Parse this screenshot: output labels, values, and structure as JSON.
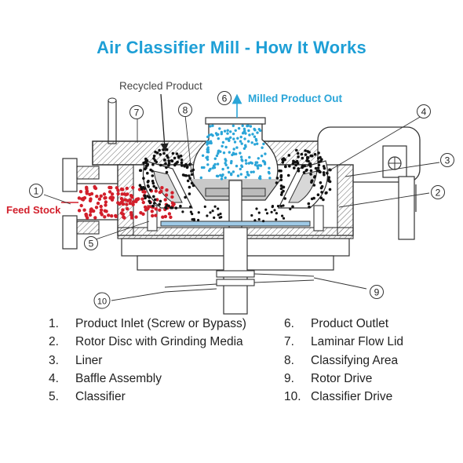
{
  "title": "Air Classifier Mill - How It Works",
  "labels": {
    "recycled_product": "Recycled Product",
    "milled_product_out": "Milled Product Out",
    "feed_stock": "Feed Stock"
  },
  "callouts": [
    "1",
    "2",
    "3",
    "4",
    "5",
    "6",
    "7",
    "8",
    "9",
    "10"
  ],
  "legend_left": [
    {
      "num": "1.",
      "text": "Product Inlet (Screw or Bypass)"
    },
    {
      "num": "2.",
      "text": "Rotor Disc with Grinding Media"
    },
    {
      "num": "3.",
      "text": "Liner"
    },
    {
      "num": "4.",
      "text": "Baffle Assembly"
    },
    {
      "num": "5.",
      "text": "Classifier"
    }
  ],
  "legend_right": [
    {
      "num": "6.",
      "text": "Product Outlet"
    },
    {
      "num": "7.",
      "text": "Laminar Flow Lid"
    },
    {
      "num": "8.",
      "text": "Classifying Area"
    },
    {
      "num": "9.",
      "text": "Rotor Drive"
    },
    {
      "num": "10.",
      "text": "Classifier Drive"
    }
  ],
  "colors": {
    "title": "#1e9fd6",
    "milled": "#2aa5d8",
    "feed": "#d21f2b",
    "recycled_dots": "#111111",
    "line": "#333333",
    "hatch": "#555555"
  }
}
